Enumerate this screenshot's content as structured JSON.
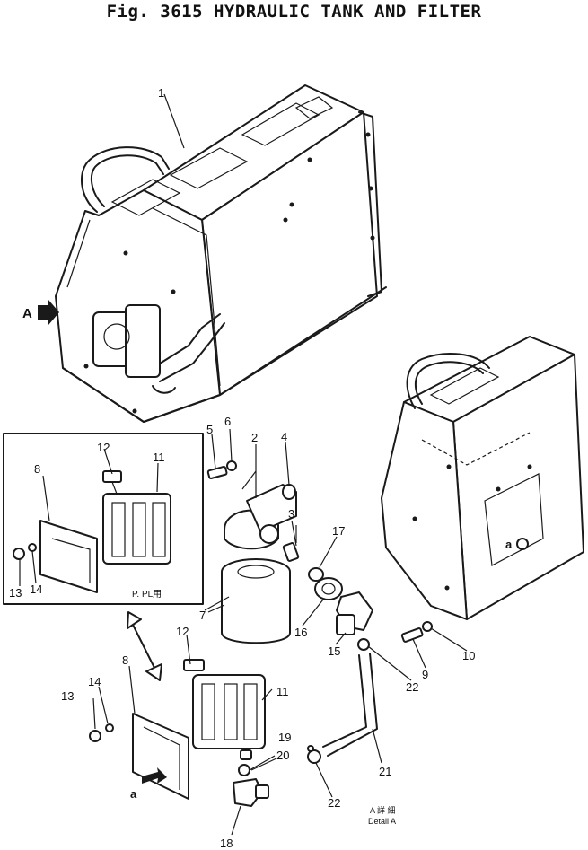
{
  "title": "Fig. 3615 HYDRAULIC TANK AND FILTER",
  "view_marker": "A",
  "view_ref": "a",
  "inset_caption": "P. PL用",
  "detail_caption": {
    "line1": "A 詳 細",
    "line2": "Detail A"
  },
  "part_numbers": [
    "1",
    "2",
    "3",
    "4",
    "5",
    "6",
    "7",
    "8",
    "8",
    "9",
    "10",
    "11",
    "11",
    "12",
    "12",
    "13",
    "13",
    "14",
    "14",
    "15",
    "16",
    "17",
    "18",
    "19",
    "20",
    "21",
    "22",
    "22"
  ]
}
